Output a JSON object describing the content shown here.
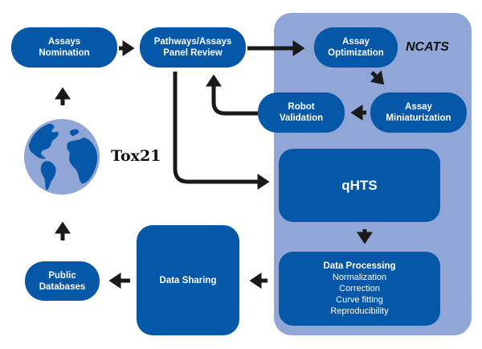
{
  "diagram": {
    "title": "Tox21",
    "panel_label": "NCATS",
    "colors": {
      "node_fill": "#0557a8",
      "panel_fill": "#8fa6d6",
      "node_text": "#ffffff",
      "arrow": "#1a1a1a"
    },
    "nodes": {
      "assays_nomination": {
        "line1": "Assays",
        "line2": "Nomination"
      },
      "pathways_review": {
        "line1": "Pathways/Assays",
        "line2": "Panel Review"
      },
      "assay_optimization": {
        "line1": "Assay",
        "line2": "Optimization"
      },
      "robot_validation": {
        "line1": "Robot",
        "line2": "Validation"
      },
      "assay_miniaturization": {
        "line1": "Assay",
        "line2": "Miniaturization"
      },
      "qhts": {
        "label": "qHTS"
      },
      "data_processing": {
        "title": "Data Processing",
        "items": [
          "Normalization",
          "Correction",
          "Curve fitting",
          "Reproducibility"
        ]
      },
      "data_sharing": {
        "label": "Data Sharing"
      },
      "public_databases": {
        "line1": "Public",
        "line2": "Databases"
      }
    },
    "globe_icon": "globe-icon",
    "edges": [
      {
        "from": "Assays Nomination",
        "to": "Pathways/Assays Panel Review"
      },
      {
        "from": "Pathways/Assays Panel Review",
        "to": "Assay Optimization"
      },
      {
        "from": "Assay Optimization",
        "to": "Assay Miniaturization"
      },
      {
        "from": "Assay Miniaturization",
        "to": "Robot Validation"
      },
      {
        "from": "Robot Validation",
        "to": "Pathways/Assays Panel Review"
      },
      {
        "from": "Pathways/Assays Panel Review",
        "to": "qHTS"
      },
      {
        "from": "qHTS",
        "to": "Data Processing"
      },
      {
        "from": "Data Processing",
        "to": "Data Sharing"
      },
      {
        "from": "Data Sharing",
        "to": "Public Databases"
      },
      {
        "from": "Public Databases",
        "to": "Tox21"
      },
      {
        "from": "Tox21",
        "to": "Assays Nomination"
      }
    ]
  }
}
